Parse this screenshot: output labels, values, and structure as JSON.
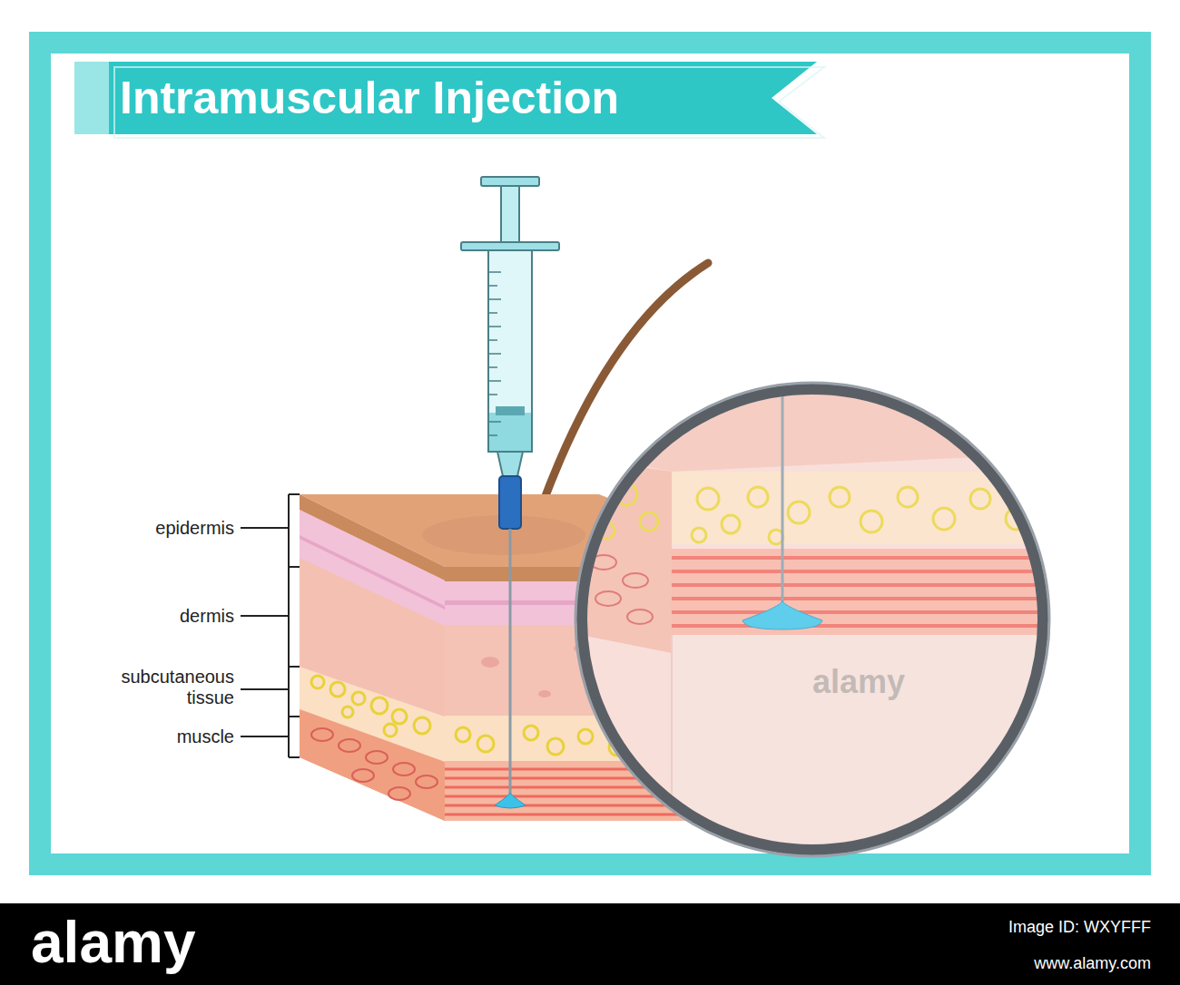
{
  "diagram": {
    "title": "Intramuscular Injection",
    "labels": [
      "epidermis",
      "dermis",
      "subcutaneous tissue",
      "muscle",
      "alamy",
      "alamy",
      "Image ID: WXYFFF",
      "www.alamy.com"
    ]
  }
}
